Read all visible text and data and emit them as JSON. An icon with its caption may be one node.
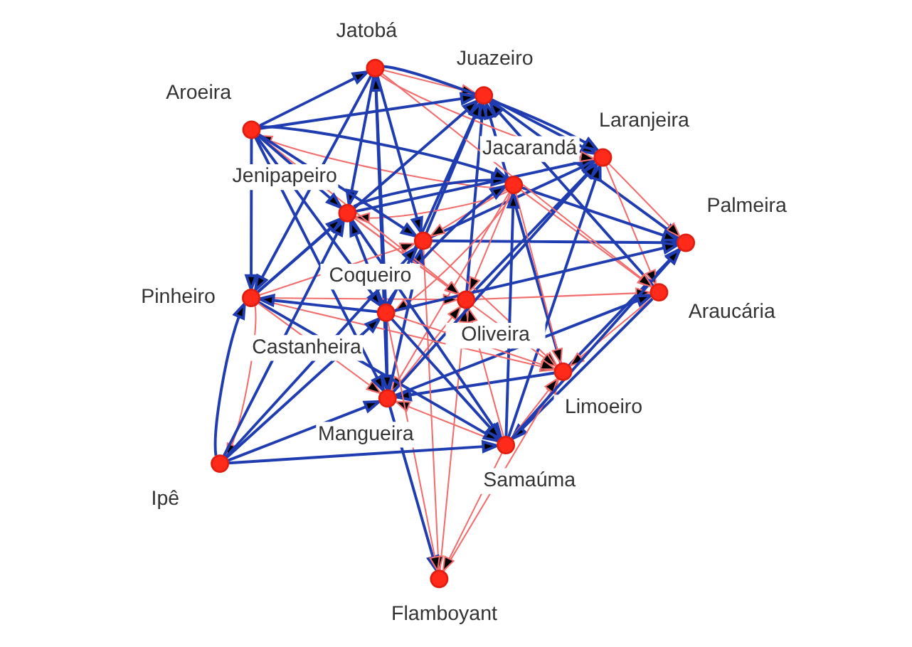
{
  "diagram": {
    "nodes": [
      {
        "text": [],
        "shape": "circle",
        "beside": [
          "Limoeiro"
        ]
      },
      {
        "text": [],
        "shape": "circle",
        "beside": [
          "Araucária"
        ]
      },
      {
        "text": [],
        "shape": "circle",
        "beside": [
          "Palmeira"
        ]
      },
      {
        "text": [],
        "shape": "circle",
        "beside": [
          "Oliveira"
        ]
      },
      {
        "text": [],
        "shape": "circle",
        "beside": [
          "Juazeiro"
        ]
      },
      {
        "text": [],
        "shape": "circle",
        "beside": [
          "Laranjeira"
        ]
      },
      {
        "text": [],
        "shape": "circle",
        "beside": [
          "Flamboyant"
        ]
      },
      {
        "text": [],
        "shape": "circle",
        "beside": [
          "Coqueiro"
        ]
      },
      {
        "text": [],
        "shape": "circle",
        "beside": [
          "Jacarandá"
        ]
      },
      {
        "text": [],
        "shape": "circle",
        "beside": [
          "Samaúma"
        ]
      },
      {
        "text": [],
        "shape": "circle",
        "beside": [
          "Mangueira"
        ]
      },
      {
        "text": [],
        "shape": "circle",
        "beside": [
          "Jenipapeiro"
        ]
      },
      {
        "text": [],
        "shape": "circle",
        "beside": [
          "Jatobá"
        ]
      },
      {
        "text": [],
        "shape": "circle",
        "beside": [
          "Pinheiro"
        ]
      },
      {
        "text": [],
        "shape": "circle",
        "beside": [
          "Castanheira"
        ]
      },
      {
        "text": [],
        "shape": "circle",
        "beside": [
          "Aroeira"
        ]
      },
      {
        "text": [],
        "shape": "circle",
        "beside": [
          "Ipê"
        ]
      }
    ],
    "edges": [
      {
        "from": 0,
        "to": 2,
        "arrow": "to"
      },
      {
        "from": 0,
        "to": 4,
        "arrow": "to"
      },
      {
        "from": 0,
        "to": 10,
        "arrow": "to"
      },
      {
        "from": 10,
        "to": 6,
        "arrow": "to"
      },
      {
        "from": 3,
        "to": 4,
        "arrow": "to"
      },
      {
        "from": 3,
        "to": 5,
        "arrow": "to"
      },
      {
        "from": 1,
        "to": 4,
        "arrow": "to"
      },
      {
        "from": 1,
        "to": 9,
        "arrow": "to"
      },
      {
        "from": 10,
        "to": 1,
        "arrow": "to"
      },
      {
        "from": 9,
        "to": 2,
        "arrow": "to"
      },
      {
        "from": 4,
        "to": 2,
        "arrow": "to"
      },
      {
        "from": 8,
        "to": 2,
        "arrow": "to"
      },
      {
        "from": 14,
        "to": 2,
        "arrow": "to"
      },
      {
        "from": 7,
        "to": 2,
        "arrow": "to"
      },
      {
        "from": 4,
        "to": 5,
        "arrow": "to"
      },
      {
        "from": 13,
        "to": 4,
        "arrow": "to"
      },
      {
        "from": 15,
        "to": 4,
        "arrow": "to"
      },
      {
        "from": 7,
        "to": 4,
        "arrow": "to"
      },
      {
        "from": 14,
        "to": 4,
        "arrow": "to"
      },
      {
        "from": 7,
        "to": 5,
        "arrow": "to"
      },
      {
        "from": 9,
        "to": 5,
        "arrow": "to"
      },
      {
        "from": 11,
        "to": 5,
        "arrow": "to"
      },
      {
        "from": 12,
        "to": 5,
        "arrow": "to"
      },
      {
        "from": 10,
        "to": 5,
        "arrow": "to"
      },
      {
        "from": 11,
        "to": 8,
        "arrow": "to"
      },
      {
        "from": 9,
        "to": 8,
        "arrow": "to"
      },
      {
        "from": 15,
        "to": 8,
        "arrow": "to"
      },
      {
        "from": 14,
        "to": 8,
        "arrow": "to"
      },
      {
        "from": 10,
        "to": 7,
        "arrow": "to"
      },
      {
        "from": 15,
        "to": 7,
        "arrow": "to"
      },
      {
        "from": 16,
        "to": 7,
        "arrow": "to"
      },
      {
        "from": 12,
        "to": 7,
        "arrow": "to"
      },
      {
        "from": 11,
        "to": 9,
        "arrow": "to"
      },
      {
        "from": 13,
        "to": 9,
        "arrow": "to"
      },
      {
        "from": 14,
        "to": 9,
        "arrow": "to"
      },
      {
        "from": 16,
        "to": 9,
        "arrow": "to"
      },
      {
        "from": 12,
        "to": 10,
        "arrow": "to"
      },
      {
        "from": 14,
        "to": 10,
        "arrow": "to"
      },
      {
        "from": 15,
        "to": 10,
        "arrow": "to"
      },
      {
        "from": 16,
        "to": 10,
        "arrow": "to"
      },
      {
        "from": 12,
        "to": 11,
        "arrow": "to"
      },
      {
        "from": 13,
        "to": 11,
        "arrow": "to"
      },
      {
        "from": 16,
        "to": 11,
        "arrow": "to"
      },
      {
        "from": 14,
        "to": 11,
        "arrow": "to"
      },
      {
        "from": 15,
        "to": 11,
        "arrow": "to"
      },
      {
        "from": 14,
        "to": 12,
        "arrow": "to"
      },
      {
        "from": 12,
        "to": 13,
        "arrow": "to"
      },
      {
        "from": 15,
        "to": 12,
        "arrow": "to"
      },
      {
        "from": 14,
        "to": 13,
        "arrow": "to"
      },
      {
        "from": 16,
        "to": 13,
        "arrow": "to"
      },
      {
        "from": 15,
        "to": 13,
        "arrow": "to"
      },
      {
        "from": 16,
        "to": 14,
        "arrow": "to"
      },
      {
        "from": 15,
        "to": 14,
        "arrow": "to"
      },
      {
        "from": 6,
        "to": 0,
        "arrow": "to",
        "color": "#f26d6d"
      },
      {
        "from": 14,
        "to": 0,
        "arrow": "to",
        "color": "#f26d6d"
      },
      {
        "from": 1,
        "to": 0,
        "arrow": "to",
        "color": "#f26d6d"
      },
      {
        "from": 7,
        "to": 0,
        "arrow": "to",
        "color": "#f26d6d"
      },
      {
        "from": 9,
        "to": 0,
        "arrow": "to",
        "color": "#f26d6d"
      },
      {
        "from": 11,
        "to": 0,
        "arrow": "to",
        "color": "#f26d6d"
      },
      {
        "from": 13,
        "to": 0,
        "arrow": "to",
        "color": "#f26d6d"
      },
      {
        "from": 8,
        "to": 0,
        "arrow": "to",
        "color": "#f26d6d"
      },
      {
        "from": 6,
        "to": 3,
        "arrow": "to",
        "color": "#f26d6d"
      },
      {
        "from": 10,
        "to": 3,
        "arrow": "to",
        "color": "#f26d6d"
      },
      {
        "from": 11,
        "to": 3,
        "arrow": "to",
        "color": "#f26d6d"
      },
      {
        "from": 9,
        "to": 3,
        "arrow": "to",
        "color": "#f26d6d"
      },
      {
        "from": 13,
        "to": 3,
        "arrow": "to",
        "color": "#f26d6d"
      },
      {
        "from": 8,
        "to": 3,
        "arrow": "to",
        "color": "#f26d6d"
      },
      {
        "from": 15,
        "to": 3,
        "arrow": "to",
        "color": "#f26d6d"
      },
      {
        "from": 7,
        "to": 6,
        "arrow": "to",
        "color": "#f26d6d"
      },
      {
        "from": 9,
        "to": 6,
        "arrow": "to",
        "color": "#f26d6d"
      },
      {
        "from": 14,
        "to": 6,
        "arrow": "to",
        "color": "#f26d6d"
      },
      {
        "from": 5,
        "to": 2,
        "arrow": "to",
        "color": "#f26d6d"
      },
      {
        "from": 5,
        "to": 1,
        "arrow": "to",
        "color": "#f26d6d"
      },
      {
        "from": 8,
        "to": 1,
        "arrow": "to",
        "color": "#f26d6d"
      },
      {
        "from": 12,
        "to": 1,
        "arrow": "to",
        "color": "#f26d6d"
      },
      {
        "from": 12,
        "to": 5,
        "arrow": "to",
        "color": "#f26d6d"
      },
      {
        "from": 12,
        "to": 4,
        "arrow": "to",
        "color": "#f26d6d"
      },
      {
        "from": 11,
        "to": 4,
        "arrow": "to",
        "color": "#f26d6d"
      },
      {
        "from": 8,
        "to": 7,
        "arrow": "to",
        "color": "#f26d6d"
      },
      {
        "from": 13,
        "to": 7,
        "arrow": "to",
        "color": "#f26d6d"
      },
      {
        "from": 9,
        "to": 10,
        "arrow": "to",
        "color": "#f26d6d"
      },
      {
        "from": 13,
        "to": 10,
        "arrow": "to",
        "color": "#f26d6d"
      },
      {
        "from": 8,
        "to": 11,
        "arrow": "to",
        "color": "#f26d6d"
      },
      {
        "from": 8,
        "to": 14,
        "arrow": "to",
        "color": "#f26d6d"
      },
      {
        "from": 8,
        "to": 15,
        "arrow": "to",
        "color": "#f26d6d"
      },
      {
        "from": 13,
        "to": 16,
        "arrow": "to",
        "color": "#f26d6d"
      },
      {
        "from": 8,
        "to": 10,
        "arrow": "to",
        "color": "#f26d6d"
      },
      {
        "from": 3,
        "to": 1,
        "arrow": "to",
        "color": "#f26d6d"
      }
    ]
  }
}
